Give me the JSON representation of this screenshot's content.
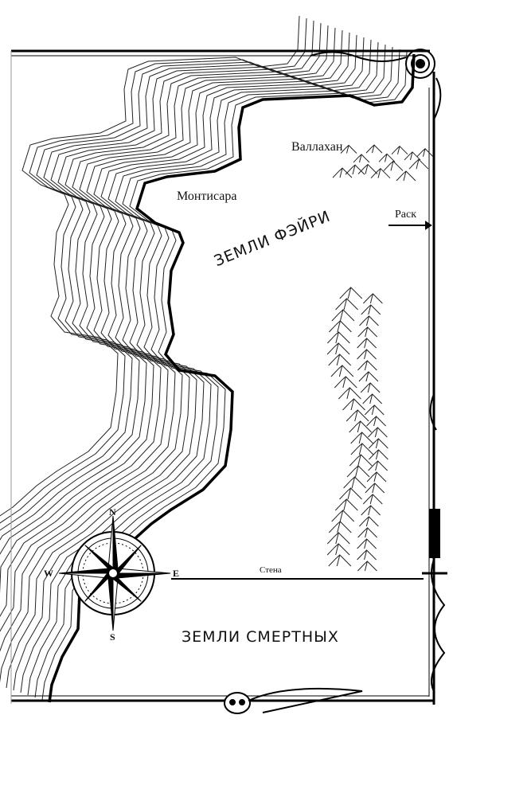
{
  "map": {
    "places": {
      "vallakhan": "Валлахан",
      "montisara": "Монтисара",
      "rask": "Раск"
    },
    "regions": {
      "faerie_lands": "ЗЕМЛИ ФЭЙРИ",
      "mortal_lands": "ЗЕМЛИ СМЕРТНЫХ"
    },
    "wall_label": "Стена",
    "compass": {
      "n": "N",
      "s": "S",
      "w": "W",
      "e": "E"
    },
    "colors": {
      "ink": "#111111",
      "paper": "#ffffff"
    }
  }
}
